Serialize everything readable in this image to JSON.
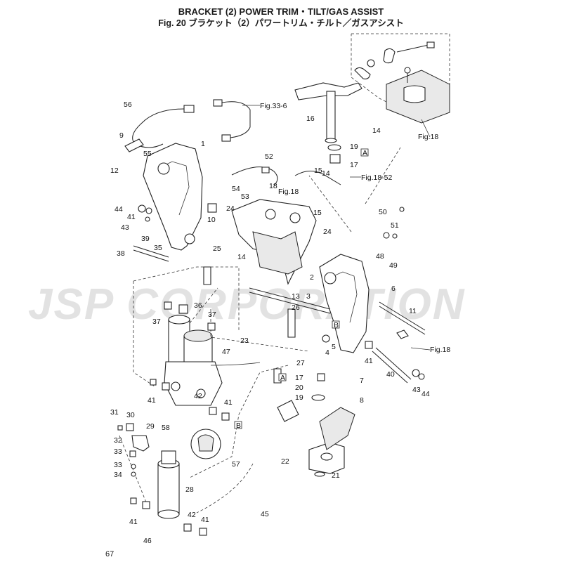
{
  "header": {
    "title_en": "BRACKET (2) POWER TRIM・TILT/GAS ASSIST",
    "title_fig": "Fig. 20  ブラケット（2）パワートリム・チルト／ガスアシスト"
  },
  "page_number": "67",
  "watermark": "JSP CORPORATION",
  "callouts": [
    "1",
    "2",
    "3",
    "4",
    "5",
    "6",
    "7",
    "8",
    "9",
    "10",
    "11",
    "12",
    "13",
    "14",
    "14",
    "14",
    "15",
    "15",
    "16",
    "17",
    "17",
    "18",
    "19",
    "19",
    "20",
    "21",
    "22",
    "23",
    "24",
    "24",
    "25",
    "26",
    "27",
    "28",
    "29",
    "30",
    "31",
    "32",
    "33",
    "33",
    "34",
    "35",
    "36",
    "37",
    "37",
    "38",
    "39",
    "40",
    "41",
    "41",
    "41",
    "41",
    "41",
    "41",
    "42",
    "42",
    "43",
    "43",
    "44",
    "44",
    "45",
    "46",
    "47",
    "48",
    "49",
    "50",
    "51",
    "52",
    "53",
    "54",
    "55",
    "56",
    "57",
    "58"
  ],
  "refs": {
    "fig33_6": "Fig.33-6",
    "fig18_a": "Fig.18",
    "fig18_b": "Fig.18",
    "fig18_c": "Fig.18",
    "fig18_52": "Fig.18-52"
  },
  "boxed_markers": [
    "A",
    "A",
    "B",
    "B"
  ]
}
